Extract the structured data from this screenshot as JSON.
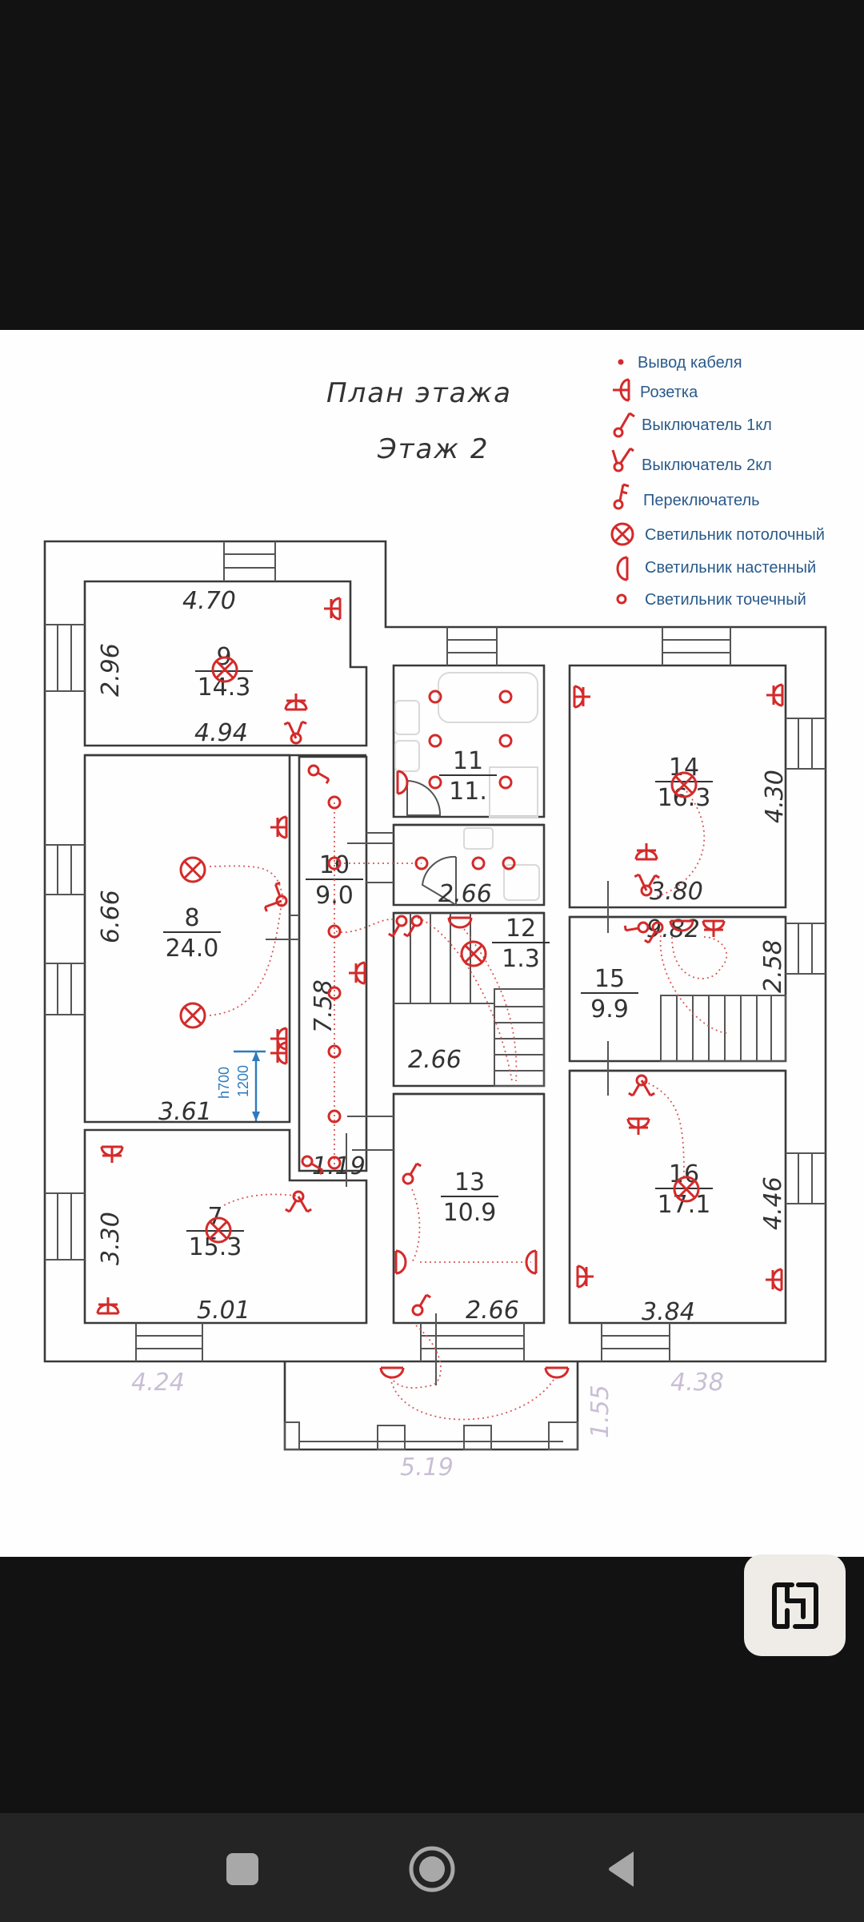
{
  "plan": {
    "title_line1": "План этажа",
    "title_line2": "Этаж 2",
    "legend": [
      {
        "symbol": "cable-outlet",
        "label": "Вывод кабеля"
      },
      {
        "symbol": "socket",
        "label": "Розетка"
      },
      {
        "symbol": "switch-1",
        "label": "Выключатель 1кл"
      },
      {
        "symbol": "switch-2",
        "label": "Выключатель 2кл"
      },
      {
        "symbol": "changeover-switch",
        "label": "Переключатель"
      },
      {
        "symbol": "ceiling-light",
        "label": "Светильник потолочный"
      },
      {
        "symbol": "wall-light",
        "label": "Светильник настенный"
      },
      {
        "symbol": "spot-light",
        "label": "Светильник точечный"
      }
    ],
    "rooms": [
      {
        "number": "9",
        "area": "14.3"
      },
      {
        "number": "8",
        "area": "24.0"
      },
      {
        "number": "10",
        "area": "9.0"
      },
      {
        "number": "11",
        "area": "11."
      },
      {
        "number": "12",
        "area": "1.3"
      },
      {
        "number": "7",
        "area": "15.3"
      },
      {
        "number": "13",
        "area": "10.9"
      },
      {
        "number": "14",
        "area": "16.3"
      },
      {
        "number": "15",
        "area": "9.9"
      },
      {
        "number": "16",
        "area": "17.1"
      }
    ],
    "dimensions": {
      "r9_top": "4.70",
      "r9_side": "2.96",
      "r9_bottom": "4.94",
      "r8_side": "6.66",
      "r8_bottom": "3.61",
      "r10_side": "7.58",
      "r10_bottom": "1.19",
      "r11_bottom": "2.66",
      "stair_width": "2.66",
      "r7_side": "3.30",
      "r7_bottom": "5.01",
      "r13_bottom": "2.66",
      "r14_side": "4.30",
      "r14_bottom": "3.80",
      "r15_top": "9.82",
      "r15_side": "2.58",
      "r16_side": "4.46",
      "r16_bottom": "3.84",
      "ext_left": "4.24",
      "ext_right": "4.38",
      "balcony_width": "5.19",
      "balcony_depth": "1.55"
    },
    "height_note": {
      "h": "h700",
      "v": "1200"
    },
    "colors": {
      "symbol": "#d42a2a",
      "legend_text": "#2a5a8a",
      "annotation": "#2e7bbd"
    }
  },
  "fab": {
    "icon": "floor-plan-icon"
  },
  "navbar": {
    "recents": "recents-icon",
    "home": "home-icon",
    "back": "back-icon"
  }
}
